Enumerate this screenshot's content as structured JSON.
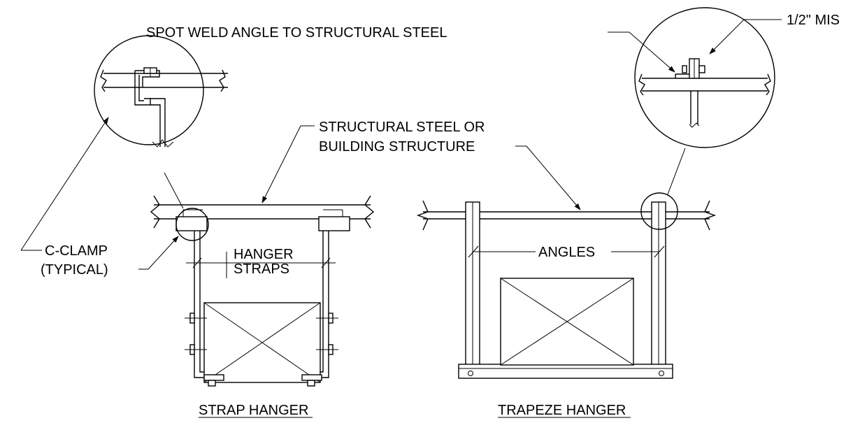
{
  "labels": {
    "spot_weld": "SPOT WELD ANGLE TO STRUCTURAL STEEL",
    "mis": "1/2\" MIS",
    "structural_steel_line1": "STRUCTURAL STEEL OR",
    "structural_steel_line2": "BUILDING STRUCTURE",
    "c_clamp_line1": "C-CLAMP",
    "c_clamp_line2": "(TYPICAL)",
    "hanger_straps_line1": "HANGER",
    "hanger_straps_line2": "STRAPS",
    "angles": "ANGLES"
  },
  "titles": {
    "strap_hanger": "STRAP HANGER",
    "trapeze_hanger": "TRAPEZE HANGER"
  },
  "colors": {
    "line": "#000000",
    "background": "#ffffff"
  }
}
